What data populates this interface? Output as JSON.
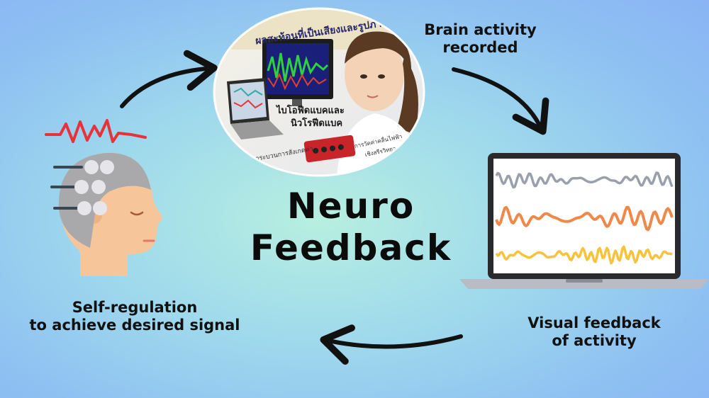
{
  "title": {
    "line1": "Neuro",
    "line2": "Feedback"
  },
  "labels": {
    "brain_activity": [
      "Brain activity",
      "recorded"
    ],
    "visual_feedback": [
      "Visual feedback",
      "of activity"
    ],
    "self_regulation": [
      "Self-regulation",
      "to achieve desired signal"
    ]
  },
  "photo": {
    "banner_text": "ผลสะท้อนที่เป็นเสียงและรูปภาพ",
    "caption_1": "ไบโอฟีดแบคและ",
    "caption_2": "นิวโรฟีดแบค",
    "caption_3": "กระบวนการสังเกตค่า",
    "caption_4": "การวัดค่าคลื่นไฟฟ้า",
    "caption_5": "เชิงสรีรวิทยา"
  },
  "colors": {
    "wave_gray": "#9aa0ab",
    "wave_orange": "#f0884a",
    "wave_yellow": "#f7c23c",
    "head_skin": "#f7c59a",
    "head_cap": "#a9a9ab",
    "pulse_red": "#e8323a",
    "arrow": "#111111"
  },
  "icons": {
    "head": "head-with-eeg-cap-icon",
    "laptop": "laptop-waveform-icon",
    "pulse": "pulse-line-icon"
  }
}
